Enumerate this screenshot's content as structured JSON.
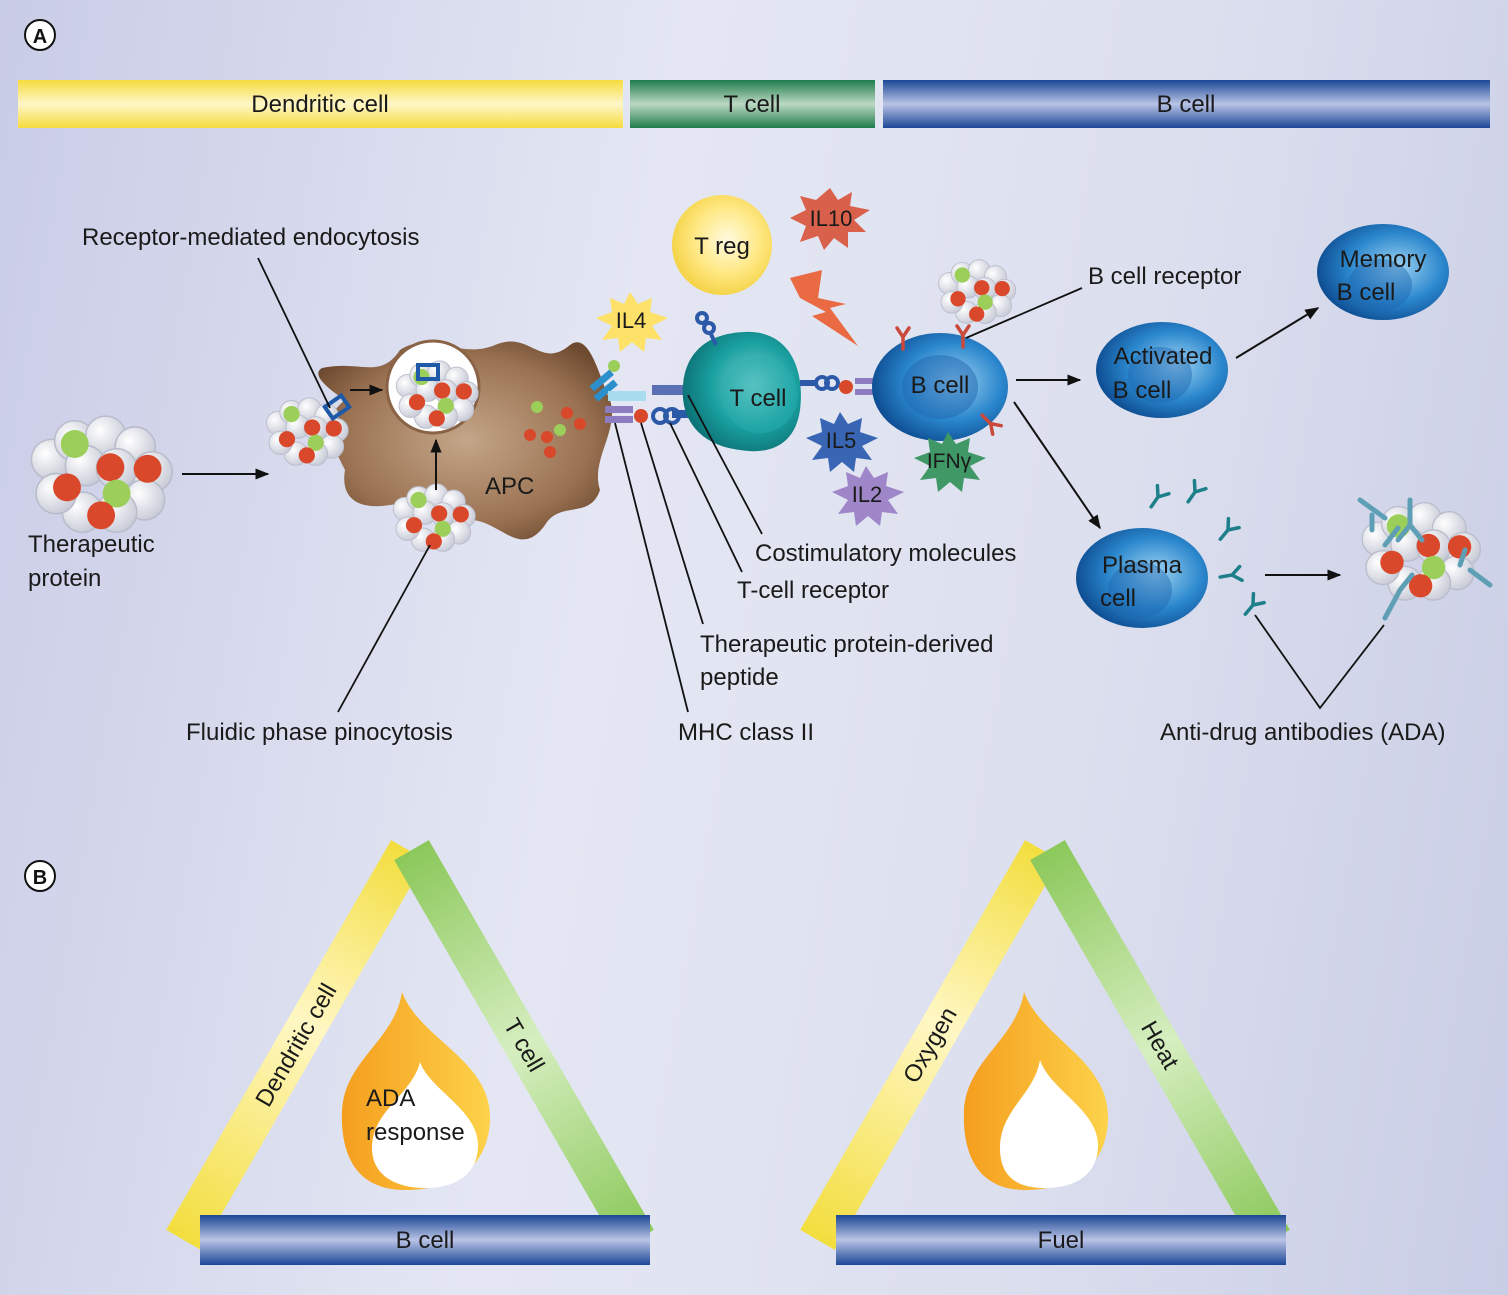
{
  "panel_a": {
    "letter": "A",
    "header_bars": [
      {
        "label": "Dendritic cell",
        "color": "#f7e35a"
      },
      {
        "label": "T cell",
        "color": "#2e8a5a"
      },
      {
        "label": "B cell",
        "color": "#2a55a0"
      }
    ],
    "labels": {
      "receptor_endocytosis": "Receptor-mediated endocytosis",
      "therapeutic_protein_line1": "Therapeutic",
      "therapeutic_protein_line2": "protein",
      "apc": "APC",
      "fluidic_pinocytosis": "Fluidic phase pinocytosis",
      "t_reg": "T reg",
      "il10": "IL10",
      "il4": "IL4",
      "t_cell": "T cell",
      "b_cell": "B cell",
      "il5": "IL5",
      "il2": "IL2",
      "ifn": "IFNγ",
      "b_cell_receptor": "B cell receptor",
      "activated_b_cell_line1": "Activated",
      "activated_b_cell_line2": "B cell",
      "memory_b_cell_line1": "Memory",
      "memory_b_cell_line2": "B cell",
      "plasma_cell_line1": "Plasma",
      "plasma_cell_line2": "cell",
      "costimulatory": "Costimulatory molecules",
      "t_cell_receptor": "T-cell receptor",
      "peptide_line1": "Therapeutic protein-derived",
      "peptide_line2": "peptide",
      "mhc": "MHC class II",
      "ada": "Anti-drug antibodies (ADA)"
    }
  },
  "panel_b": {
    "letter": "B",
    "immune_triangle": {
      "left_bar": "Dendritic cell",
      "right_bar": "T cell",
      "base_bar": "B cell",
      "flame_line1": "ADA",
      "flame_line2": "response"
    },
    "fire_triangle": {
      "left_bar": "Oxygen",
      "right_bar": "Heat",
      "base_bar": "Fuel"
    }
  },
  "colors": {
    "yellow_bar": "#f6e45c",
    "green_bar": "#9fd36a",
    "blue_bar": "#28509c",
    "apc_brown": "#8a6246",
    "t_cell_teal": "#1a9a9a",
    "b_cell_blue": "#1f74c0",
    "protein_red": "#d9482a",
    "protein_green": "#9ccf5a",
    "flame_orange": "#f5a623"
  }
}
